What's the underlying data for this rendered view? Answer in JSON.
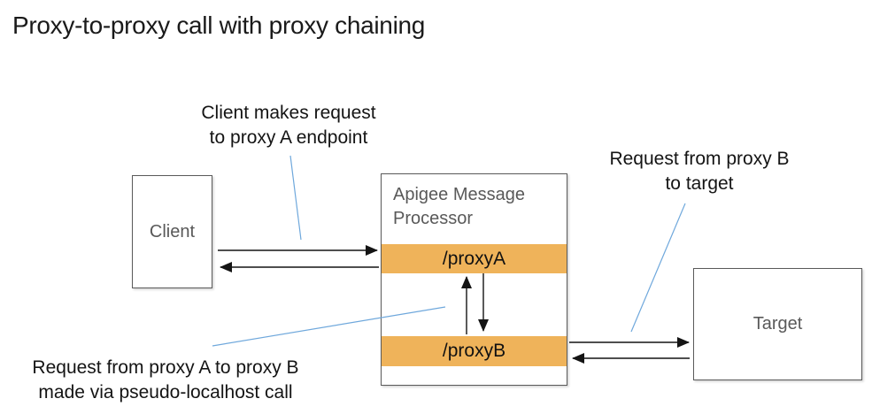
{
  "title": "Proxy-to-proxy call with proxy chaining",
  "nodes": {
    "client": {
      "label": "Client"
    },
    "message_processor": {
      "title": "Apigee Message\nProcessor",
      "endpoints": [
        {
          "label": "/proxyA"
        },
        {
          "label": "/proxyB"
        }
      ]
    },
    "target": {
      "label": "Target"
    }
  },
  "annotations": {
    "client_request": "Client makes request\nto proxy A endpoint",
    "proxy_b_to_target": "Request from proxy B\nto target",
    "proxy_a_to_proxy_b": "Request from proxy A to proxy B\nmade via pseudo-localhost call"
  },
  "colors": {
    "endpoint_bar_orange": "#EFB35A",
    "annotation_line_blue": "#6FA8DC",
    "box_border_gray": "#5A5A5A",
    "node_label_gray": "#595959",
    "arrow_black": "#141414"
  }
}
